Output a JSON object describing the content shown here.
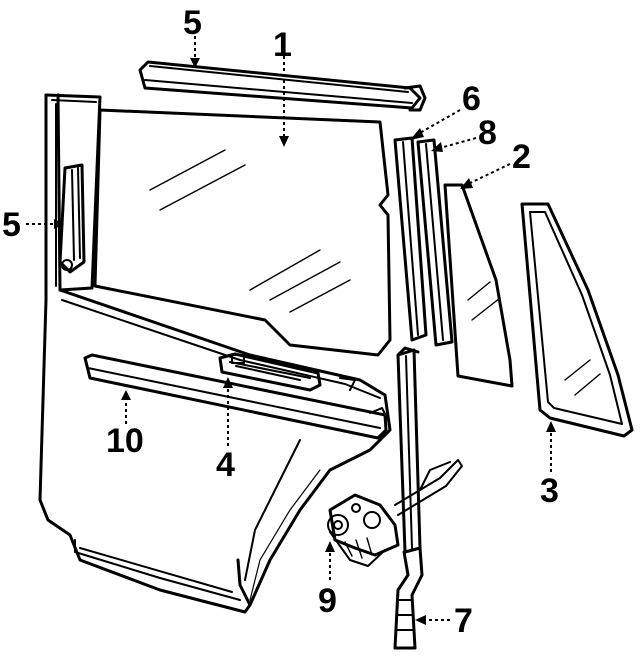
{
  "callouts": {
    "c1": "1",
    "c2": "2",
    "c3": "3",
    "c4": "4",
    "c5_top": "5",
    "c5_left": "5",
    "c6": "6",
    "c7": "7",
    "c8": "8",
    "c9": "9",
    "c10": "10"
  }
}
